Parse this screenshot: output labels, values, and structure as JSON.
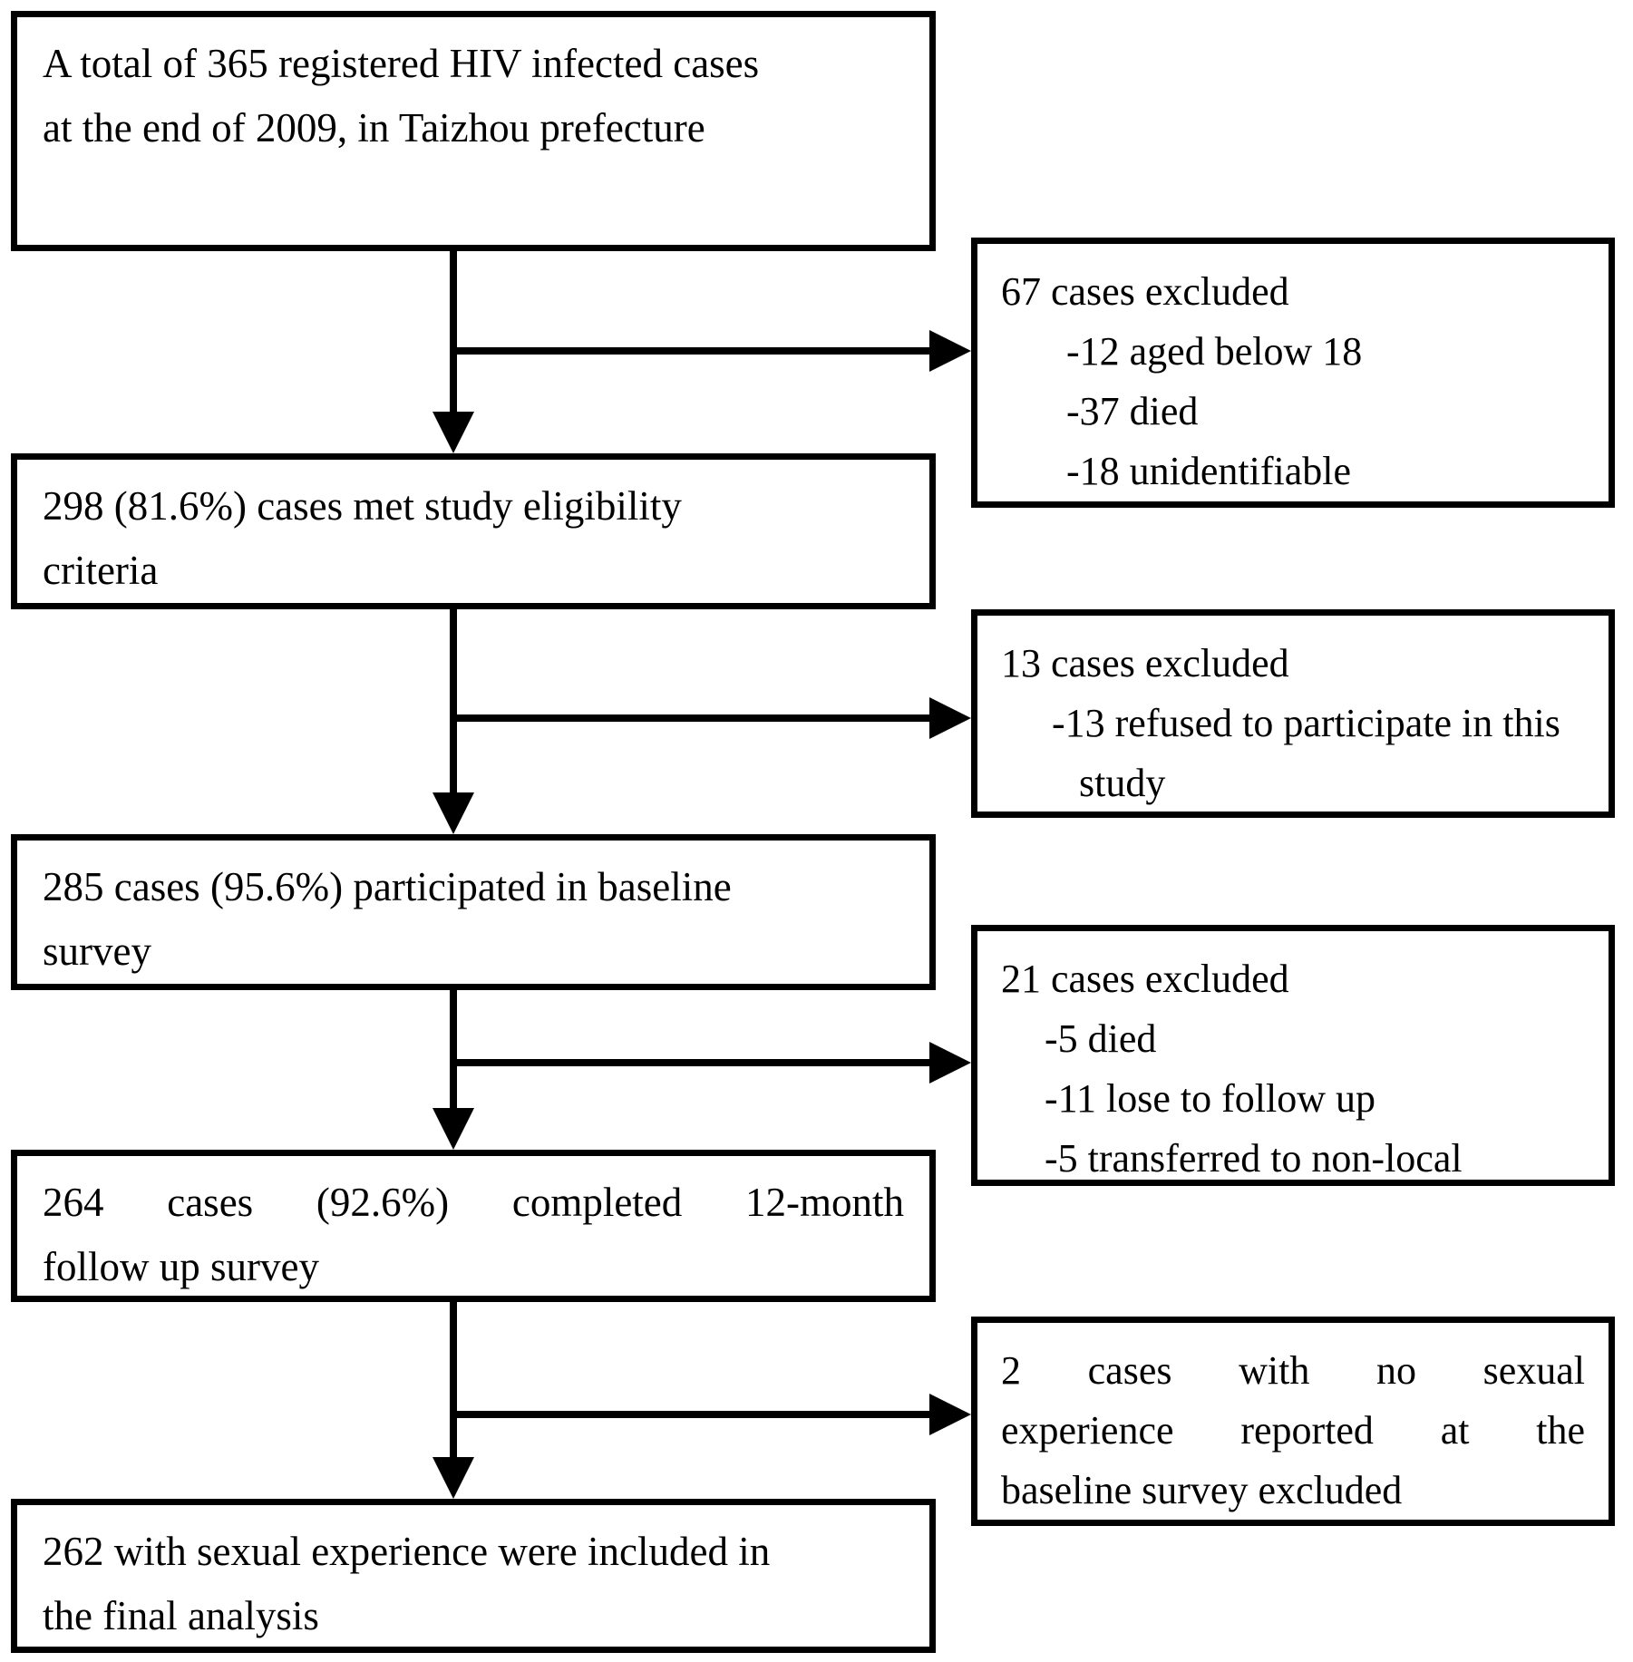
{
  "diagram": {
    "background": "#ffffff",
    "line_color": "#000000",
    "text_color": "#000000",
    "main_boxes": [
      {
        "lines": [
          "A total of 365 registered HIV infected cases",
          "at the end of 2009, in Taizhou prefecture"
        ]
      },
      {
        "lines": [
          "298 (81.6%) cases met study eligibility",
          "criteria"
        ]
      },
      {
        "lines": [
          "285 cases (95.6%) participated in baseline",
          "survey"
        ]
      },
      {
        "lines": [
          "264 cases (92.6%) completed 12-month",
          "follow up survey"
        ]
      },
      {
        "lines": [
          "262 with sexual experience were included in",
          "the final analysis"
        ]
      }
    ],
    "exclusion_boxes": [
      {
        "title": "67 cases excluded",
        "items": [
          "-12 aged below 18",
          "-37 died",
          "-18 unidentifiable"
        ]
      },
      {
        "title": "13 cases excluded",
        "items": [
          "-13 refused to participate in this study"
        ]
      },
      {
        "title": "21 cases excluded",
        "items": [
          "-5 died",
          "-11 lose to follow up",
          "-5 transferred to non-local"
        ]
      },
      {
        "lines": [
          "2 cases with no sexual",
          "experience reported at the",
          "baseline survey excluded"
        ]
      }
    ]
  }
}
